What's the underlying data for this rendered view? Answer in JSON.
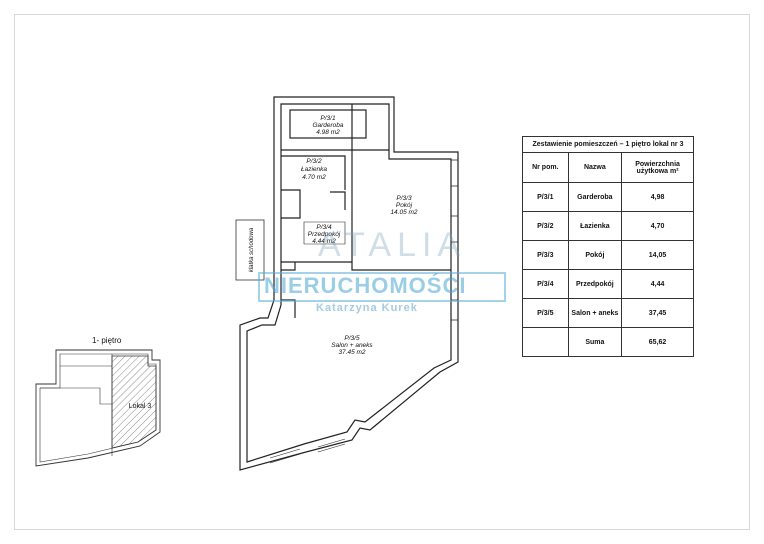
{
  "floor_plan": {
    "rooms": [
      {
        "id": "P/3/1",
        "name": "Garderoba",
        "area": "4.98 m2"
      },
      {
        "id": "P/3/2",
        "name": "Łazienka",
        "area": "4.70 m2"
      },
      {
        "id": "P/3/3",
        "name": "Pokój",
        "area": "14.05 m2"
      },
      {
        "id": "P/3/4",
        "name": "Przedpokój",
        "area": "4.44 m2"
      },
      {
        "id": "P/3/5",
        "name": "Salon + aneks",
        "area": "37.45 m2"
      }
    ],
    "stairwell_label": "klatka schodowa"
  },
  "key_plan": {
    "floor_label": "1- piętro",
    "unit_label": "Lokal 3"
  },
  "room_table": {
    "title": "Zestawienie pomieszczeń – 1 piętro lokal nr 3",
    "headers": [
      "Nr pom.",
      "Nazwa",
      "Powierzchnia użytkowa m²"
    ],
    "rows": [
      [
        "P/3/1",
        "Garderoba",
        "4,98"
      ],
      [
        "P/3/2",
        "Łazienka",
        "4,70"
      ],
      [
        "P/3/3",
        "Pokój",
        "14,05"
      ],
      [
        "P/3/4",
        "Przedpokój",
        "4,44"
      ],
      [
        "P/3/5",
        "Salon + aneks",
        "37,45"
      ]
    ],
    "sum_label": "Suma",
    "sum_value": "65,62"
  },
  "watermark": {
    "line1": "ATALIA",
    "line2": "NIERUCHOMOŚCI",
    "line3": "Katarzyna Kurek"
  }
}
